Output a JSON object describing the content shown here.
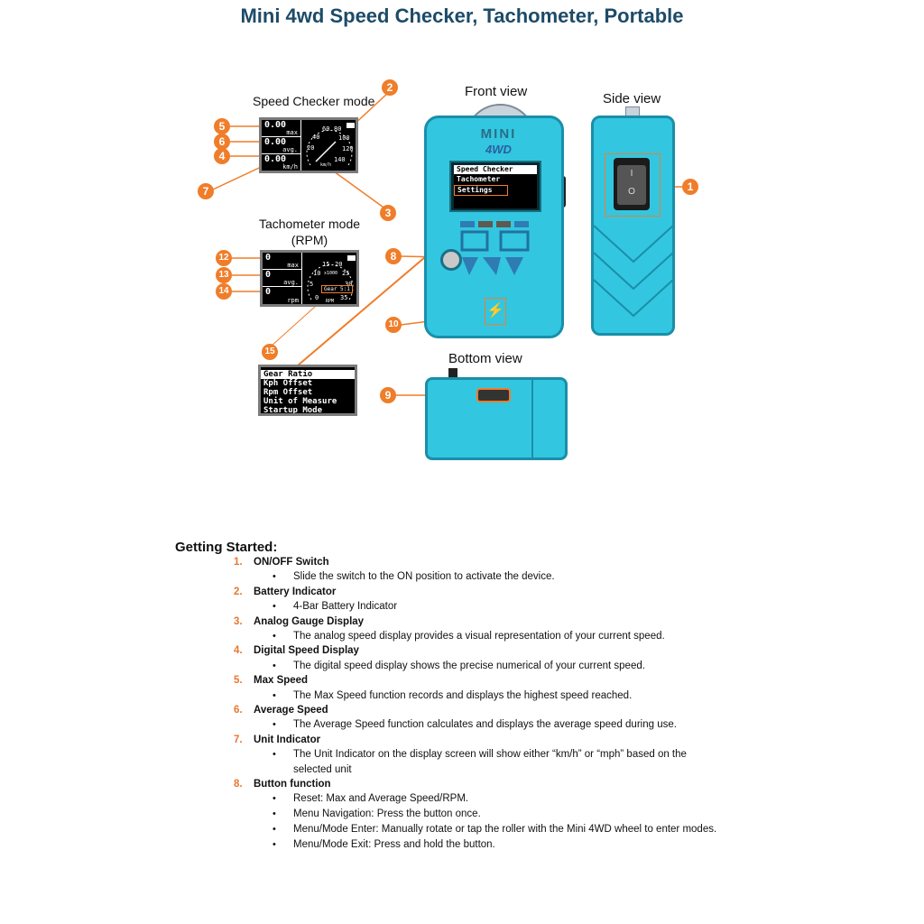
{
  "title": "Mini 4wd Speed Checker, Tachometer, Portable",
  "colors": {
    "title": "#1d4b68",
    "accent_orange": "#f07d2a",
    "device_body": "#33c6e0"
  },
  "diagram": {
    "speed_mode": {
      "label": "Speed Checker mode",
      "max_value": "0.00",
      "max_label": "max",
      "avg_value": "0.00",
      "avg_label": "avg.",
      "cur_value": "0.00",
      "unit": "km/h",
      "gauge_ticks": [
        "20",
        "40",
        "60",
        "80",
        "100",
        "120",
        "140"
      ],
      "gauge_unit": "km/h"
    },
    "tacho_mode": {
      "label_line1": "Tachometer mode",
      "label_line2": "(RPM)",
      "max_value": "0",
      "max_label": "max",
      "avg_value": "0",
      "avg_label": "avg.",
      "cur_value": "0",
      "unit": "rpm",
      "gauge_ticks": [
        "0",
        "5",
        "10",
        "15",
        "20",
        "25",
        "30",
        "35"
      ],
      "multiplier": "x1000",
      "gear": "Gear 5:1",
      "gauge_unit": "RPM"
    },
    "settings_menu": [
      "Gear Ratio",
      "Kph Offset",
      "Rpm Offset",
      "Unit of Measure",
      "Startup Mode"
    ],
    "front_view": {
      "label": "Front view",
      "logo_line1": "MINI",
      "logo_line2": "4WD",
      "menu": [
        "Speed Checker",
        "Tachometer",
        "Settings"
      ]
    },
    "side_view": {
      "label": "Side view",
      "switch_on": "I",
      "switch_off": "O"
    },
    "bottom_view": {
      "label": "Bottom view"
    },
    "callouts": [
      "1",
      "2",
      "3",
      "4",
      "5",
      "6",
      "7",
      "8",
      "9",
      "10",
      "12",
      "13",
      "14",
      "15"
    ]
  },
  "getting_started": {
    "heading": "Getting Started:",
    "items": [
      {
        "num": "1.",
        "title": "ON/OFF Switch",
        "bullets": [
          "Slide the switch to the ON position to activate the device."
        ]
      },
      {
        "num": "2.",
        "title": "Battery Indicator",
        "bullets": [
          "4-Bar Battery Indicator"
        ]
      },
      {
        "num": "3.",
        "title": "Analog Gauge Display",
        "bullets": [
          "The analog speed display provides a visual representation of your current speed."
        ]
      },
      {
        "num": "4.",
        "title": "Digital Speed Display",
        "bullets": [
          "The digital speed display shows the precise numerical of your current speed."
        ]
      },
      {
        "num": "5.",
        "title": "Max Speed",
        "bullets": [
          "The Max Speed function records and displays the highest speed reached."
        ]
      },
      {
        "num": "6.",
        "title": "Average Speed",
        "bullets": [
          "The Average Speed function calculates and displays the average speed during use."
        ]
      },
      {
        "num": "7.",
        "title": "Unit Indicator",
        "bullets": [
          "The Unit Indicator on the display screen will show either “km/h” or “mph” based on the",
          "selected unit"
        ]
      },
      {
        "num": "8.",
        "title": "Button function",
        "bullets": [
          "Reset: Max and Average Speed/RPM.",
          "Menu Navigation: Press the button once.",
          "Menu/Mode Enter: Manually rotate or tap the roller with the Mini 4WD wheel to enter modes.",
          "Menu/Mode Exit: Press and hold the button."
        ]
      }
    ]
  }
}
